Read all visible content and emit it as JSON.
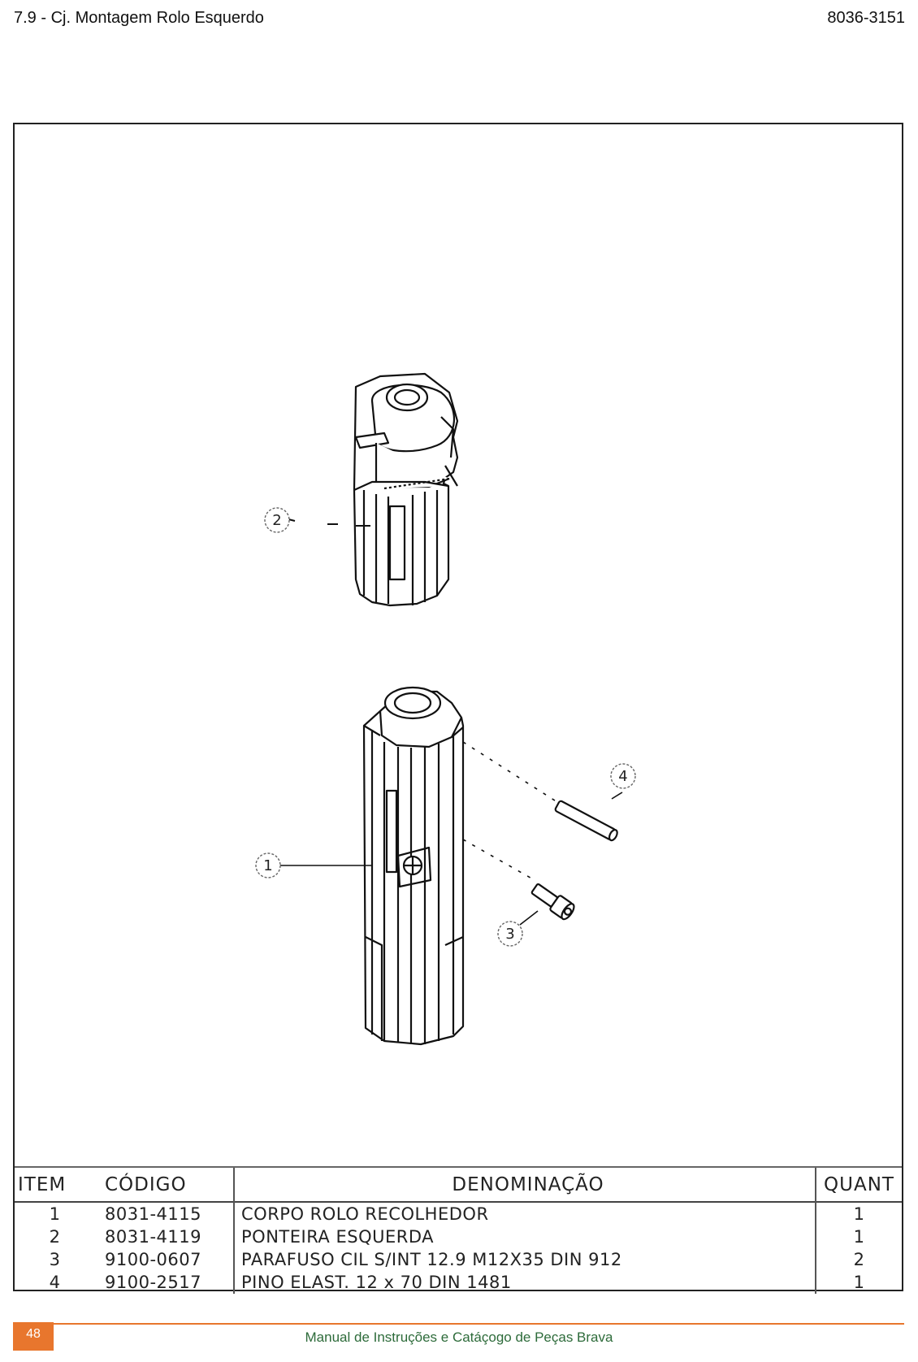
{
  "header": {
    "title": "7.9 - Cj. Montagem Rolo Esquerdo",
    "code": "8036-3151"
  },
  "callouts": [
    "1",
    "2",
    "3",
    "4"
  ],
  "parts_table": {
    "columns": [
      "ITEM",
      "CÓDIGO",
      "DENOMINAÇÃO",
      "QUANT"
    ],
    "rows": [
      [
        "1",
        "8031-4115",
        "CORPO ROLO RECOLHEDOR",
        "1"
      ],
      [
        "2",
        "8031-4119",
        "PONTEIRA ESQUERDA",
        "1"
      ],
      [
        "3",
        "9100-0607",
        "PARAFUSO CIL S/INT 12.9 M12X35 DIN 912",
        "2"
      ],
      [
        "4",
        "9100-2517",
        "PINO ELAST. 12 x 70 DIN 1481",
        "1"
      ]
    ]
  },
  "footer": {
    "page": "48",
    "text": "Manual de Instruções e Catáçogo de Peças Brava"
  },
  "colors": {
    "accent": "#e8762d",
    "footer_text": "#2d6b3a"
  }
}
